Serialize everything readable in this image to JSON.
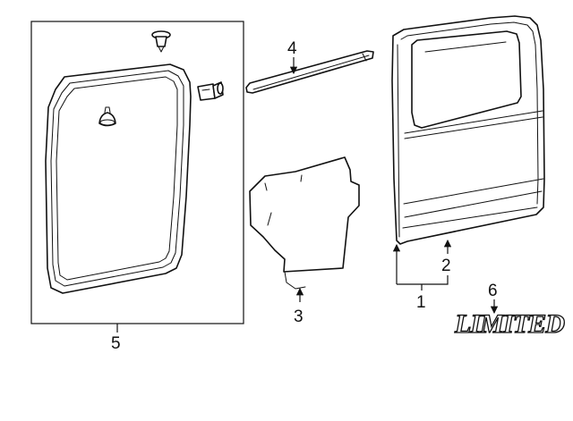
{
  "callouts": {
    "c1": "1",
    "c2": "2",
    "c3": "3",
    "c4": "4",
    "c5": "5",
    "c6": "6"
  },
  "emblem": {
    "text": "LIMITED"
  }
}
